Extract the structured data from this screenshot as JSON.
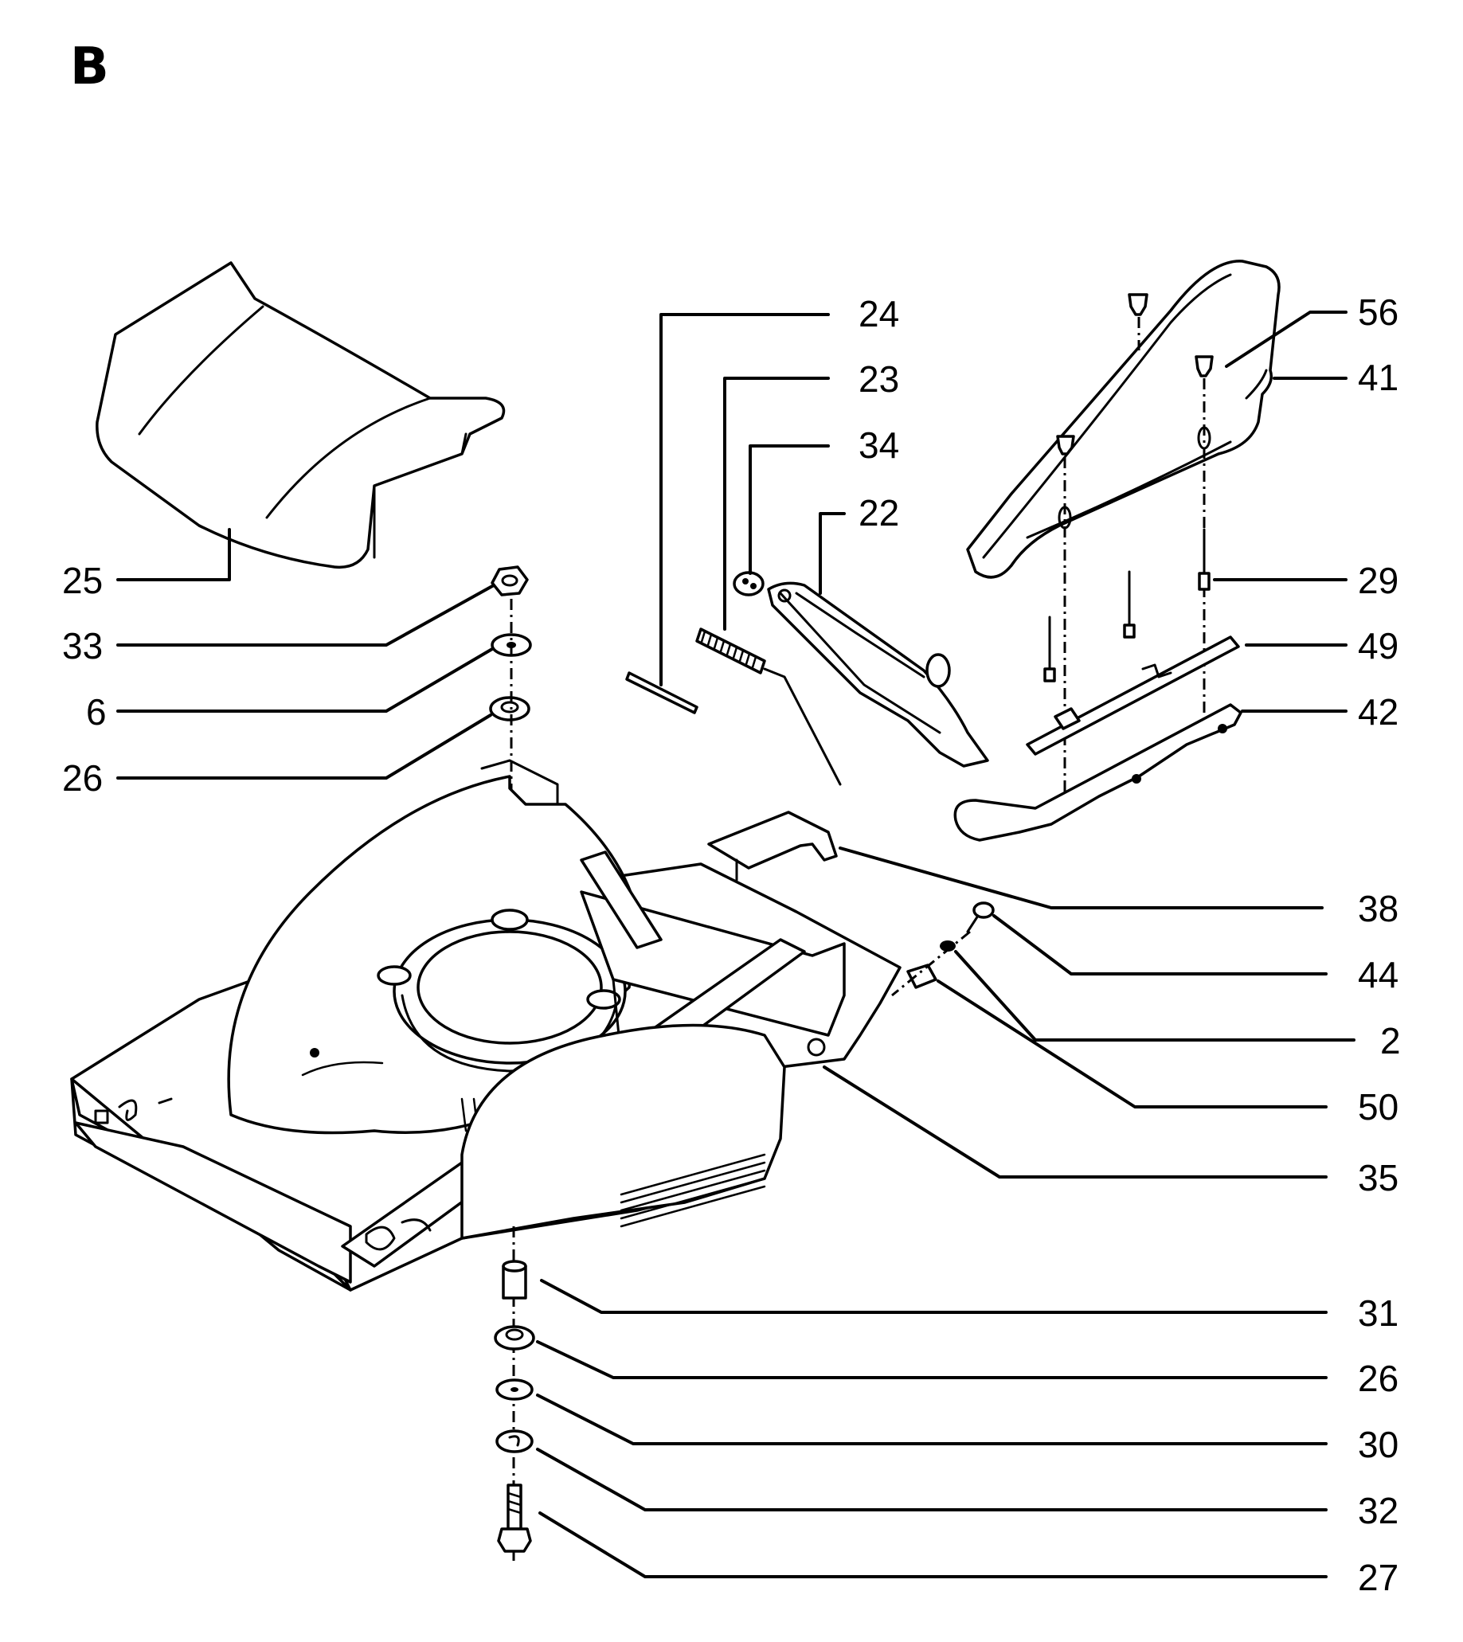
{
  "diagram": {
    "section": "B",
    "callouts": [
      {
        "id": "c24",
        "label": "24"
      },
      {
        "id": "c23",
        "label": "23"
      },
      {
        "id": "c34",
        "label": "34"
      },
      {
        "id": "c22",
        "label": "22"
      },
      {
        "id": "c56",
        "label": "56"
      },
      {
        "id": "c41",
        "label": "41"
      },
      {
        "id": "c25",
        "label": "25"
      },
      {
        "id": "c33",
        "label": "33"
      },
      {
        "id": "c6",
        "label": "6"
      },
      {
        "id": "c26a",
        "label": "26"
      },
      {
        "id": "c29",
        "label": "29"
      },
      {
        "id": "c49",
        "label": "49"
      },
      {
        "id": "c42",
        "label": "42"
      },
      {
        "id": "c38",
        "label": "38"
      },
      {
        "id": "c44",
        "label": "44"
      },
      {
        "id": "c2",
        "label": "2"
      },
      {
        "id": "c50",
        "label": "50"
      },
      {
        "id": "c35",
        "label": "35"
      },
      {
        "id": "c31",
        "label": "31"
      },
      {
        "id": "c26b",
        "label": "26"
      },
      {
        "id": "c30",
        "label": "30"
      },
      {
        "id": "c32",
        "label": "32"
      },
      {
        "id": "c27",
        "label": "27"
      }
    ]
  }
}
